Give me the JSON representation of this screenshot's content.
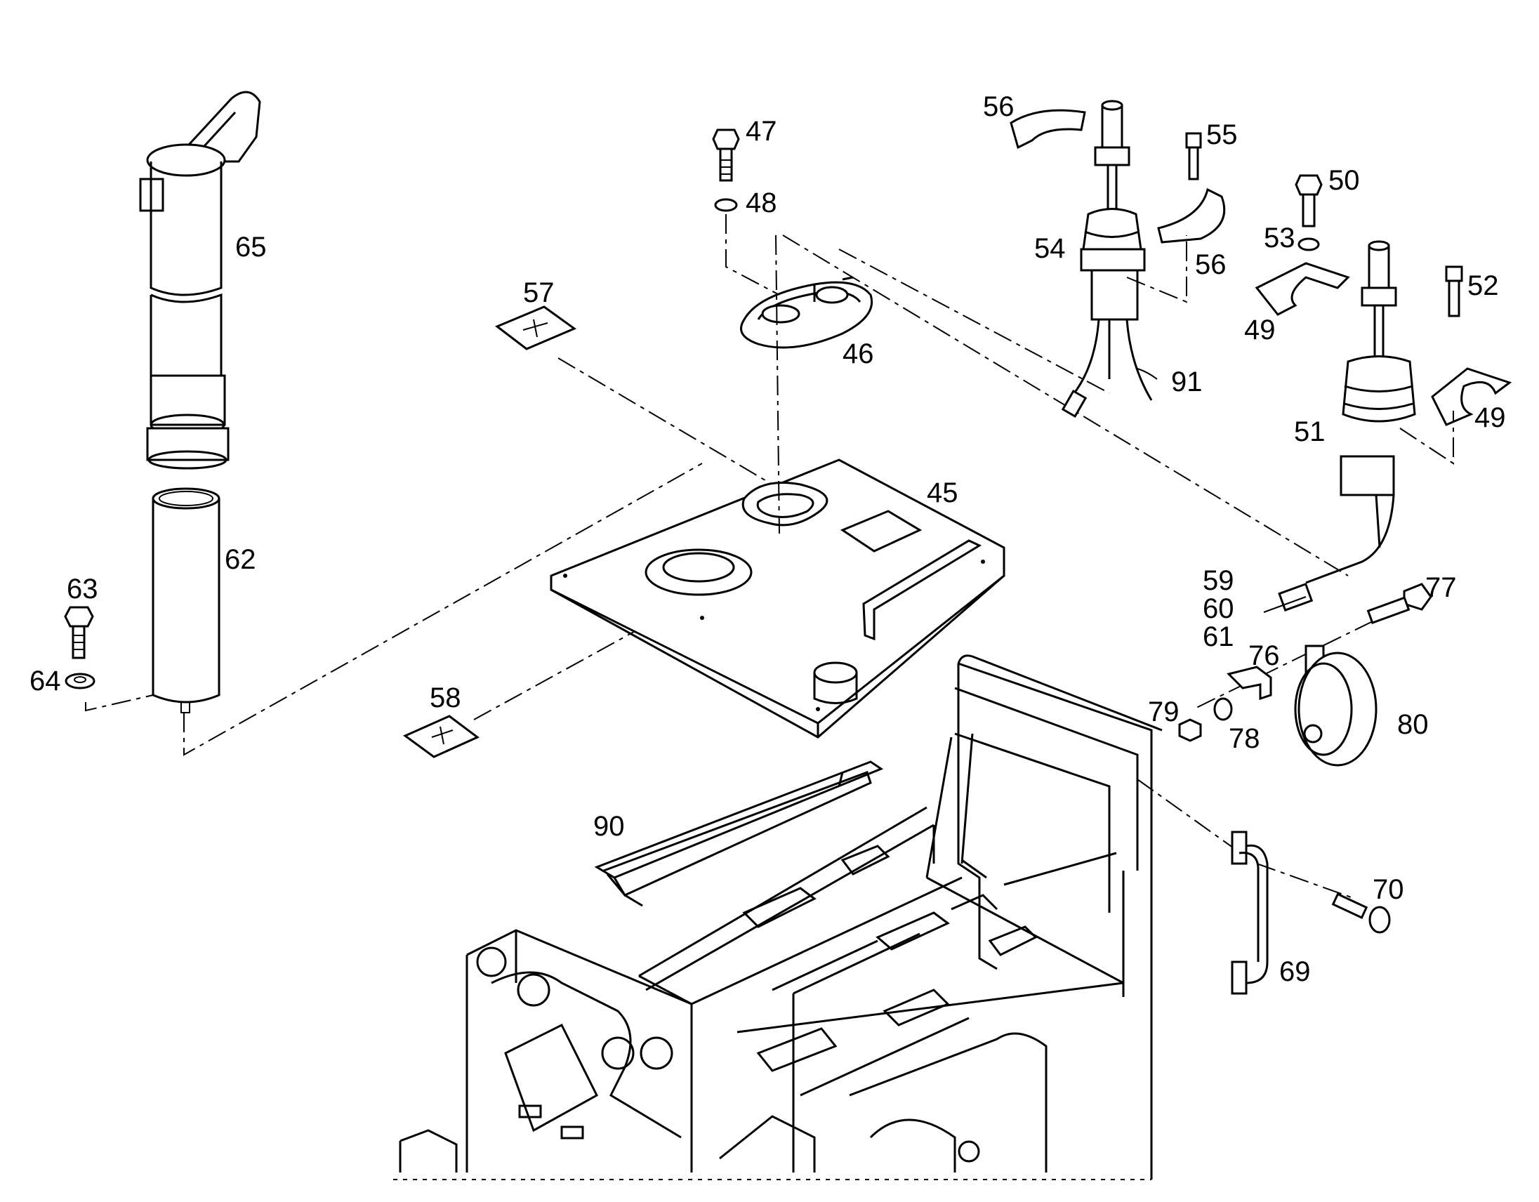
{
  "diagram": {
    "part_numbers": {
      "p45": "45",
      "p46": "46",
      "p47": "47",
      "p48": "48",
      "p49a": "49",
      "p49b": "49",
      "p50": "50",
      "p51": "51",
      "p52": "52",
      "p53": "53",
      "p54": "54",
      "p55": "55",
      "p56a": "56",
      "p56b": "56",
      "p57": "57",
      "p58": "58",
      "p59": "59",
      "p60": "60",
      "p61": "61",
      "p62": "62",
      "p63": "63",
      "p64": "64",
      "p65": "65",
      "p69": "69",
      "p70": "70",
      "p76": "76",
      "p77": "77",
      "p78": "78",
      "p79": "79",
      "p80": "80",
      "p90": "90",
      "p91": "91"
    }
  }
}
